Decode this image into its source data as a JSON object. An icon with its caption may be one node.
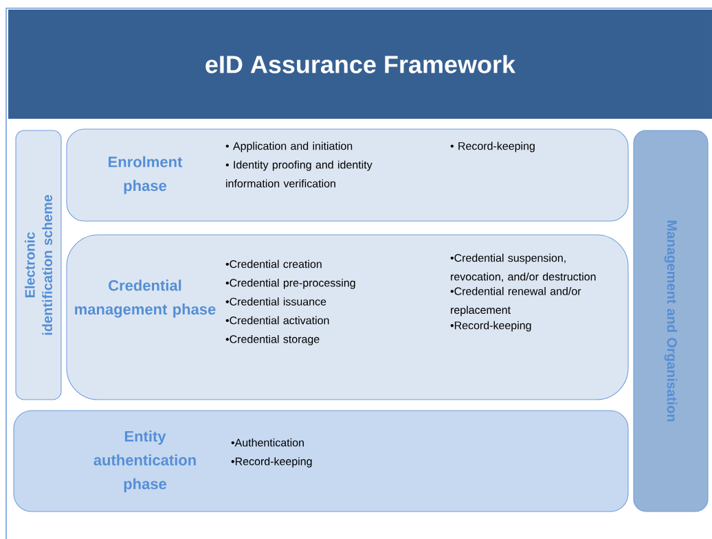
{
  "diagram": {
    "nodes": [
      {
        "text": [
          "eID Assurance Framework"
        ]
      },
      {
        "text": [
          "Electronic identification scheme"
        ]
      },
      {
        "text": [
          "Enrolment phase",
          "• Application and initiation",
          "• Identity proofing and identity information verification",
          "• Record-keeping"
        ]
      },
      {
        "text": [
          "Credential management phase",
          "•Credential creation",
          "•Credential pre-processing",
          "•Credential issuance",
          "•Credential activation",
          "•Credential storage",
          "•Credential suspension, revocation, and/or destruction",
          "•Credential renewal and/or replacement",
          "•Record-keeping"
        ]
      },
      {
        "text": [
          "Entity authentication phase",
          "•Authentication",
          "•Record-keeping"
        ]
      },
      {
        "text": [
          "Management and Organisation"
        ]
      }
    ]
  }
}
